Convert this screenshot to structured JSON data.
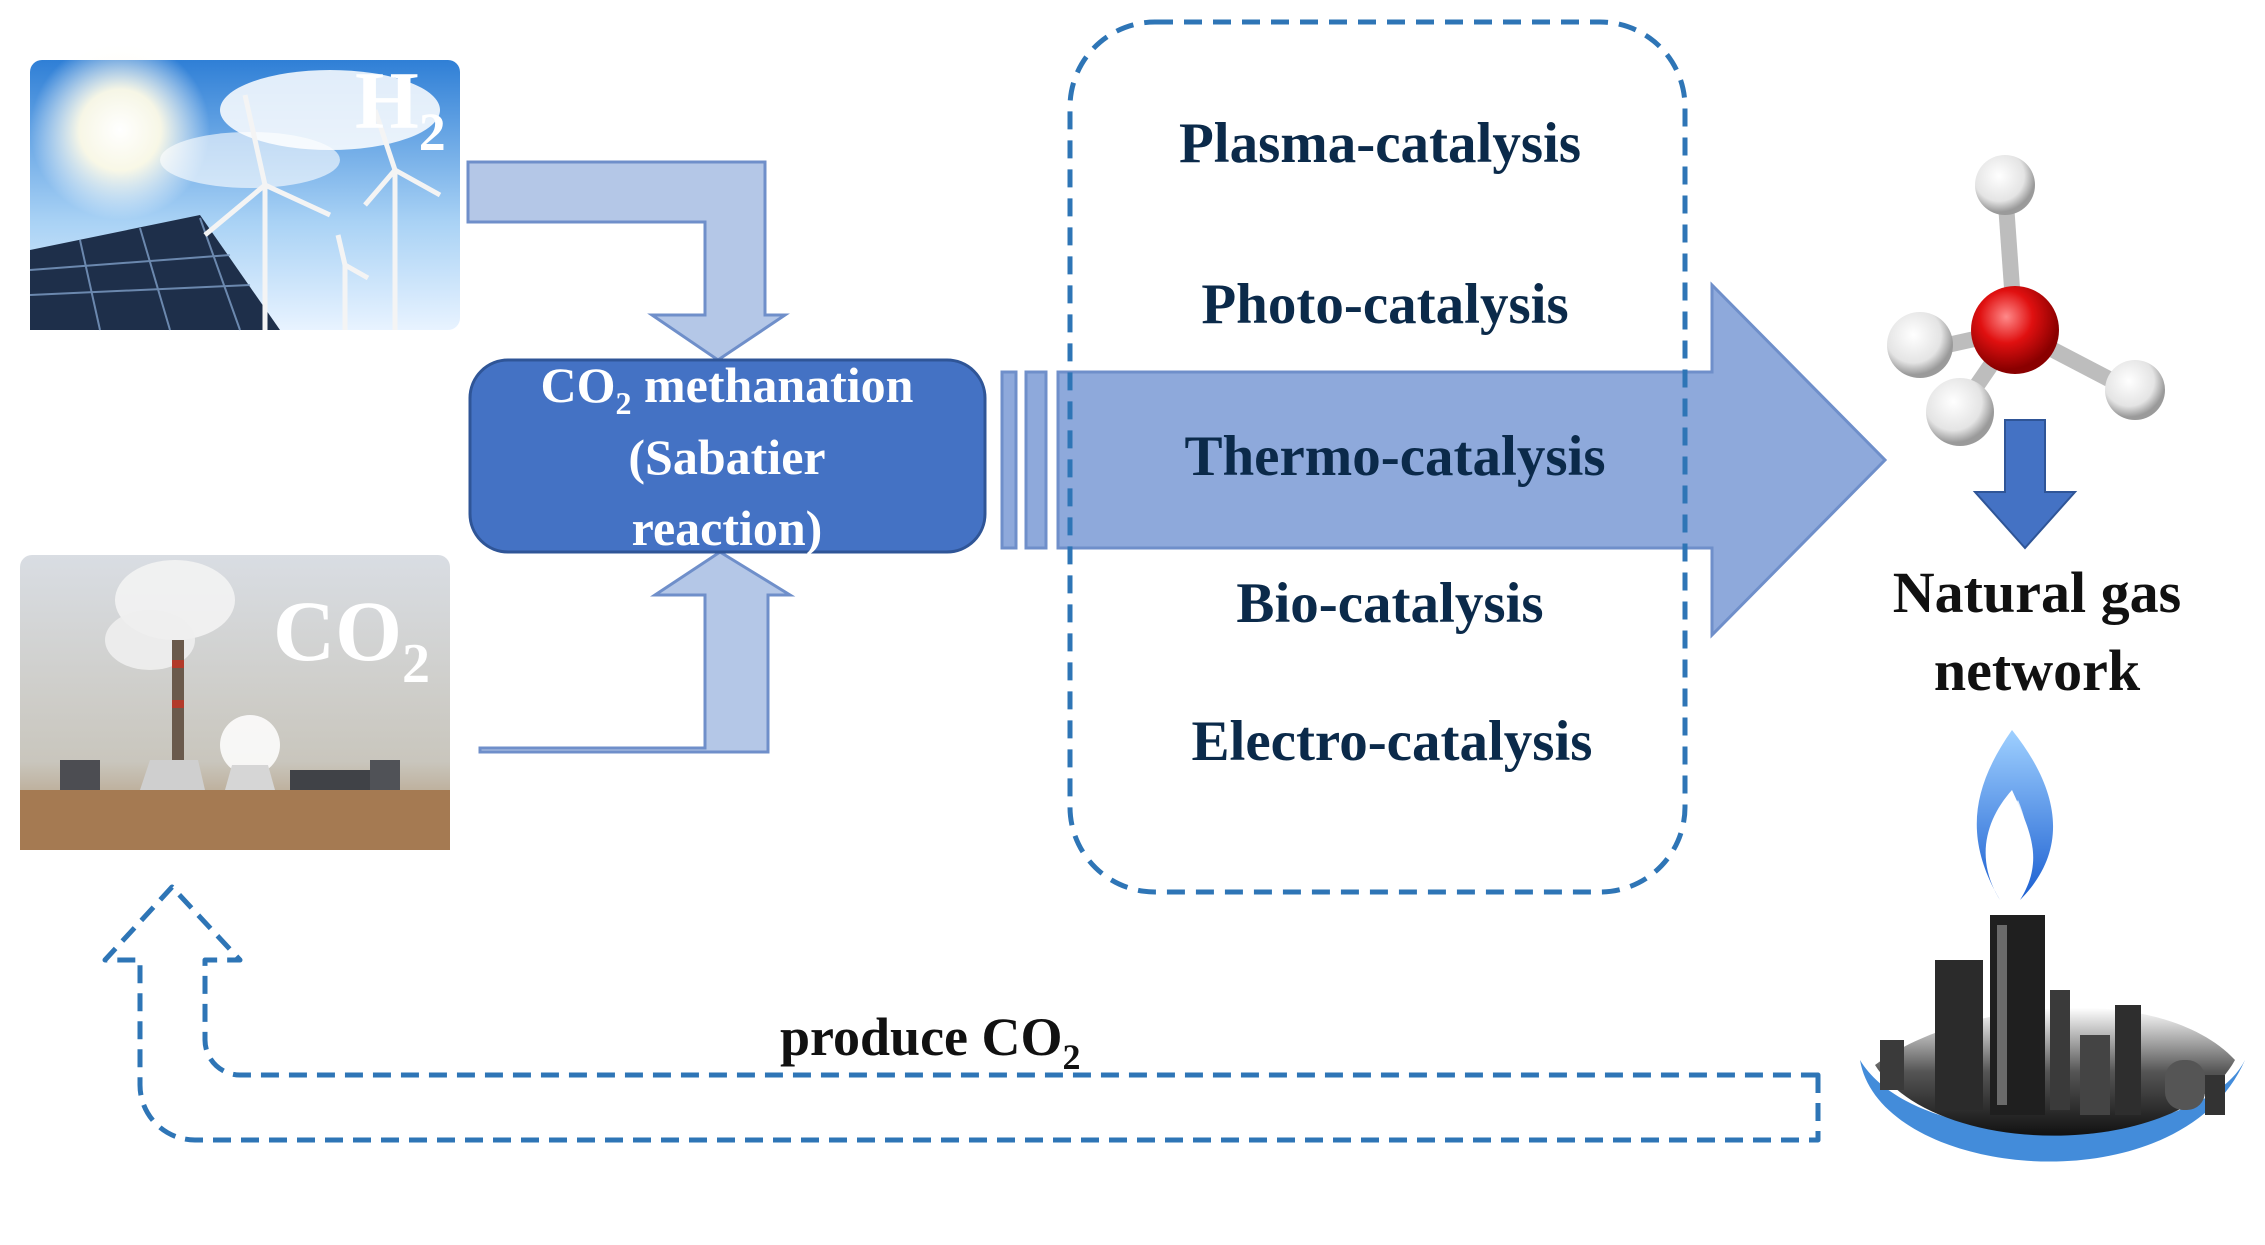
{
  "inputs": {
    "h2": {
      "label": "H",
      "sub": "2"
    },
    "co2": {
      "label": "CO",
      "sub": "2"
    }
  },
  "methanation": {
    "line1_main": "CO",
    "line1_sub": "2",
    "line1_rest": " methanation",
    "line2": "(Sabatier",
    "line3": "reaction)"
  },
  "catalysis_methods": [
    "Plasma-catalysis",
    "Photo-catalysis",
    "Thermo-catalysis",
    "Bio-catalysis",
    "Electro-catalysis"
  ],
  "output": {
    "line1": "Natural gas",
    "line2": "network"
  },
  "recycle": {
    "label_main": "produce CO",
    "label_sub": "2"
  },
  "colors": {
    "arrow_fill": "#8ea9db",
    "arrow_stroke": "#5b7fc4",
    "box_fill": "#4472c4",
    "dashed": "#2e75b6",
    "method_text": "#0b2a4a",
    "dark_text": "#111111"
  },
  "icons": [
    "solar-wind-photo",
    "power-plant-photo",
    "methane-molecule-icon",
    "flame-icon",
    "refinery-icon"
  ]
}
